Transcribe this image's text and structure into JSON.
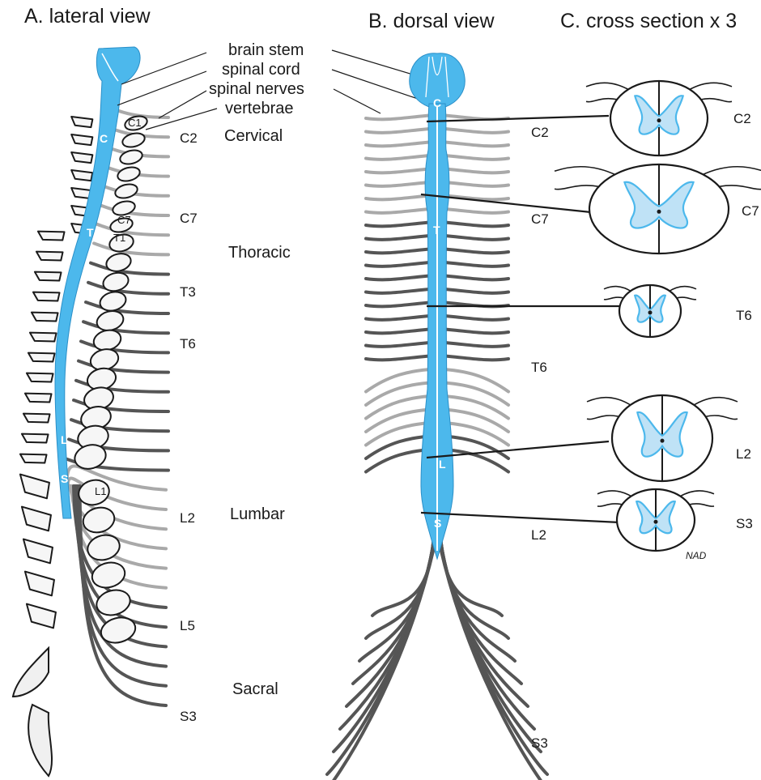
{
  "titles": {
    "lateral": "A. lateral view",
    "dorsal": "B. dorsal view",
    "cross": "C. cross section x 3"
  },
  "annotations": [
    "brain stem",
    "spinal cord",
    "spinal nerves",
    "vertebrae"
  ],
  "regions": [
    "Cervical",
    "Thoracic",
    "Lumbar",
    "Sacral"
  ],
  "lateral_levels": [
    "C2",
    "C7",
    "T3",
    "T6",
    "L2",
    "L5",
    "S3"
  ],
  "vertebra_labels": [
    "C1",
    "C7",
    "T1",
    "L1"
  ],
  "cord_letters": [
    "C",
    "T",
    "L",
    "S"
  ],
  "dorsal_levels": [
    "C2",
    "C7",
    "T6",
    "L2",
    "S3"
  ],
  "section_levels": [
    "C2",
    "C7",
    "T6",
    "L2",
    "S3"
  ],
  "credit": "NAD",
  "colors": {
    "cord": "#4cb8ec",
    "grey_matter": "#bfe2f6",
    "nerve_dark": "#555555",
    "nerve_light": "#a9a9a9",
    "outline": "#1a1a1a"
  }
}
